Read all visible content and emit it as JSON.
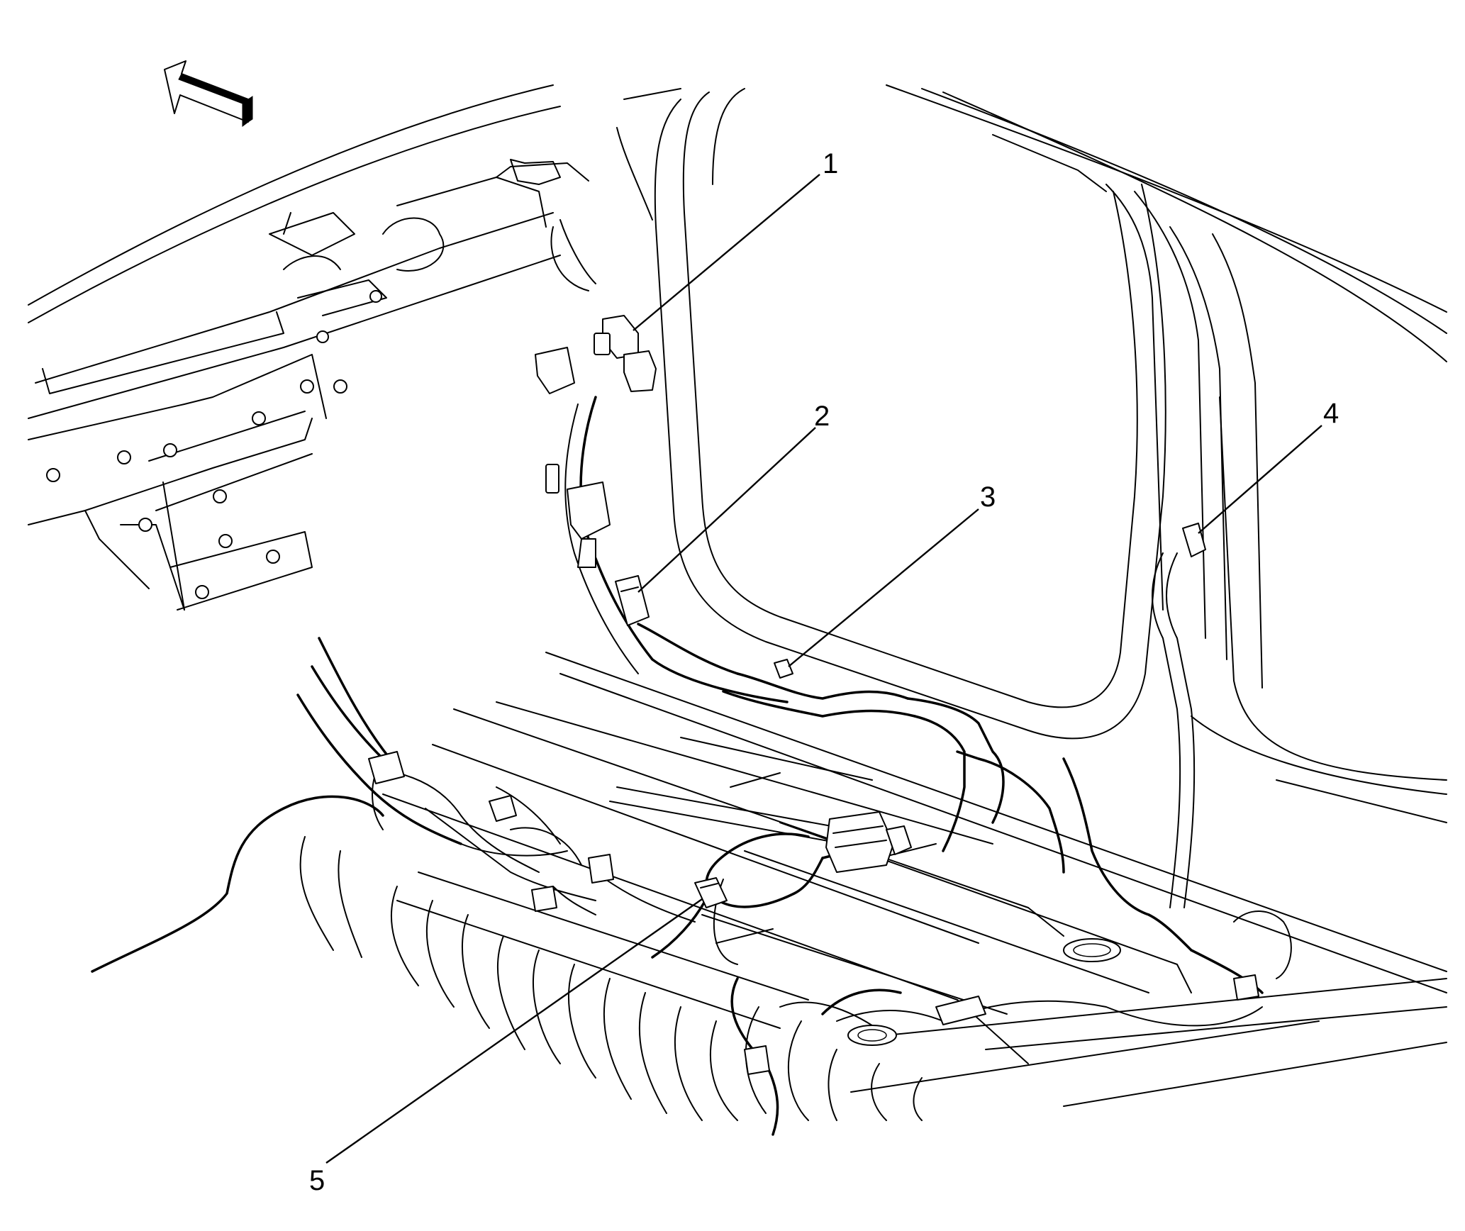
{
  "diagram": {
    "callouts": [
      {
        "id": "1",
        "label": "1"
      },
      {
        "id": "2",
        "label": "2"
      },
      {
        "id": "3",
        "label": "3"
      },
      {
        "id": "4",
        "label": "4"
      },
      {
        "id": "5",
        "label": "5"
      }
    ],
    "orientation_arrow": "front-direction-arrow",
    "colors": {
      "line": "#000000",
      "background": "#ffffff"
    }
  }
}
